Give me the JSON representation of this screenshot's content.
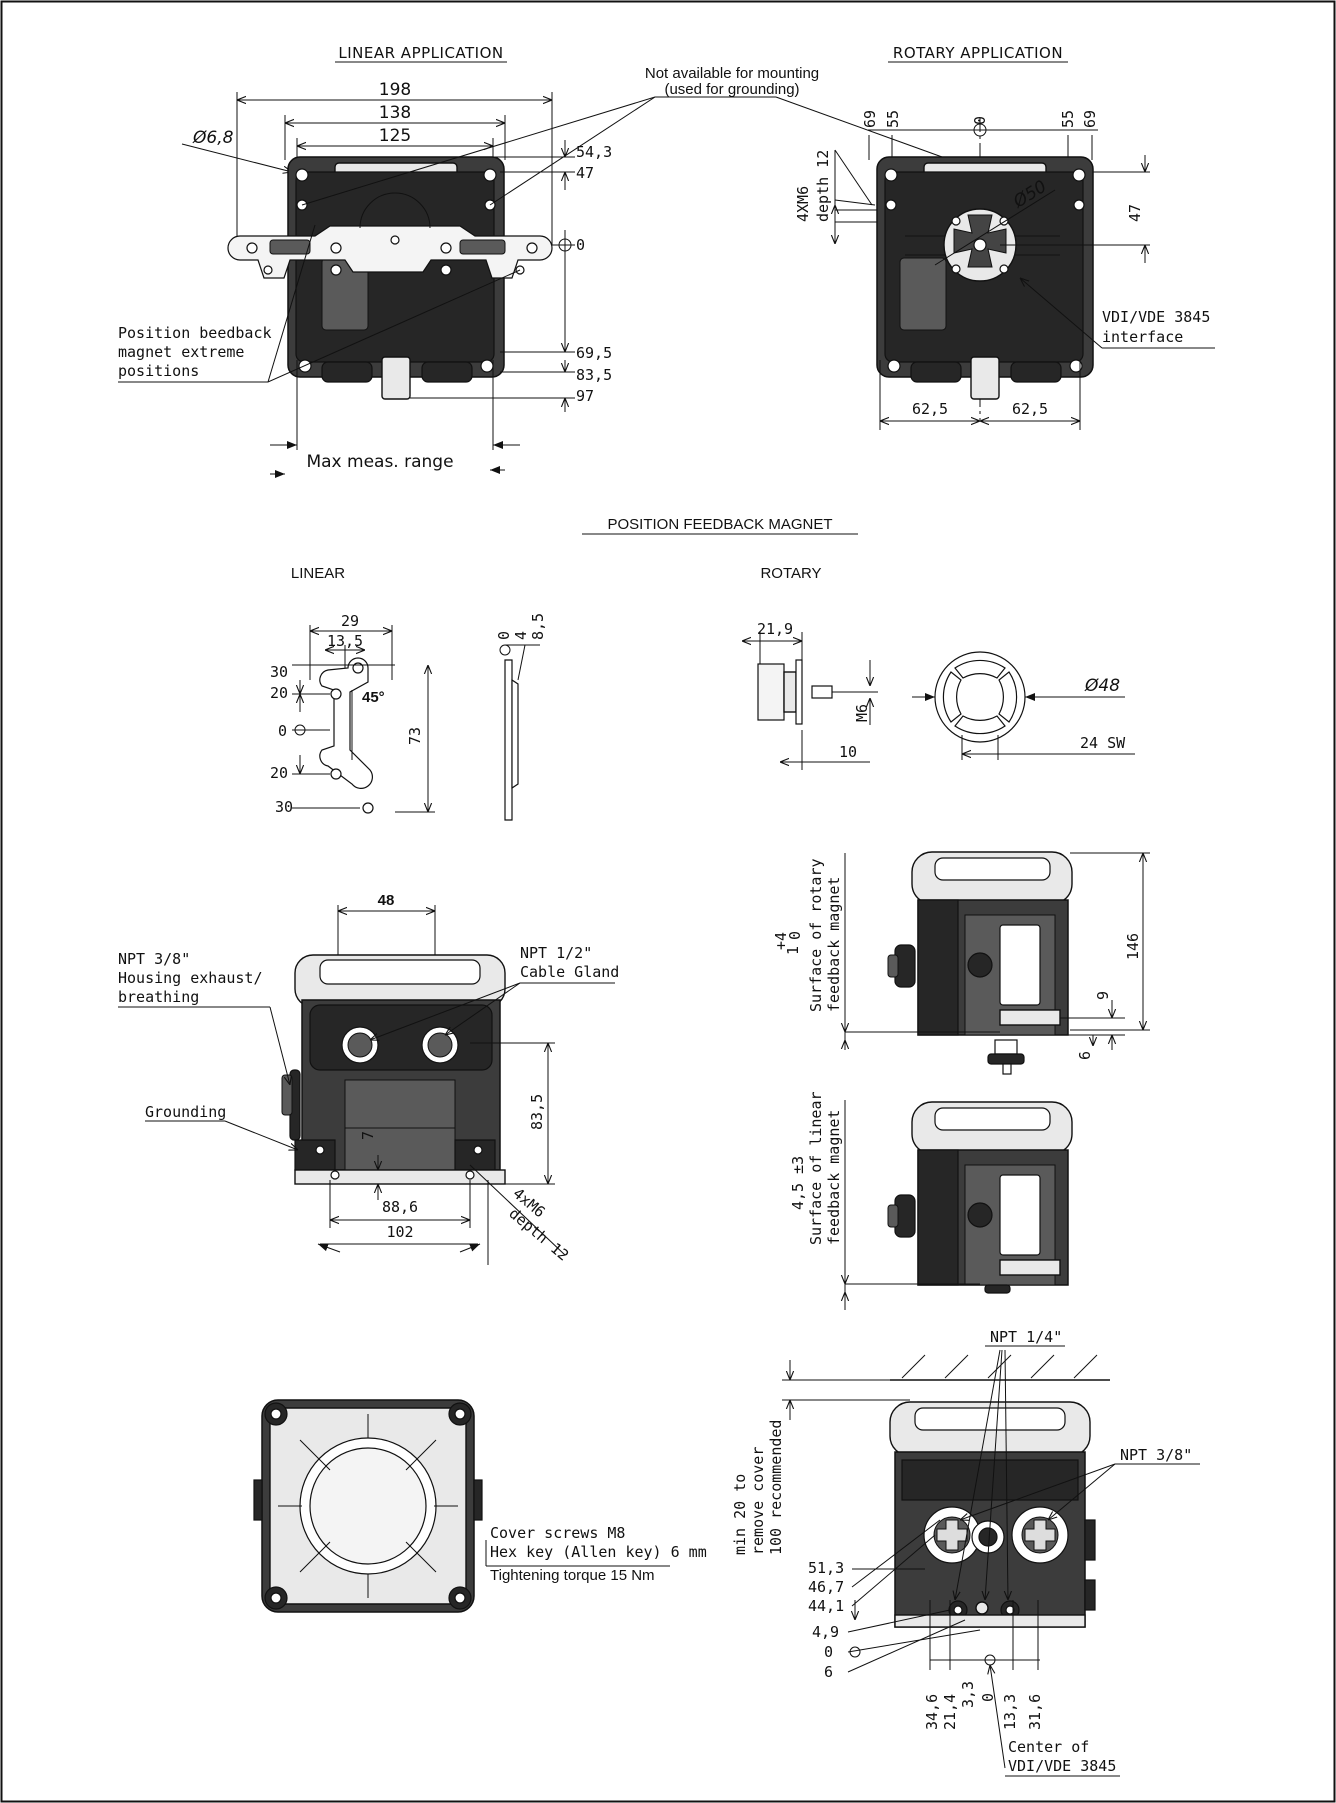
{
  "linear_application": {
    "title": "LINEAR APPLICATION",
    "dims": [
      "198",
      "138",
      "125",
      "54,3",
      "47",
      "0",
      "69,5",
      "83,5",
      "97"
    ],
    "hole_diameter": "Ø6,8",
    "magnet_note": [
      "Position beedback",
      "magnet extreme",
      "positions"
    ],
    "range_label": "Max meas. range"
  },
  "grounding_note": [
    "Not available for mounting",
    "(used for grounding)"
  ],
  "rotary_application": {
    "title": "ROTARY APPLICATION",
    "dims_top": [
      "69",
      "55",
      "0",
      "55",
      "69"
    ],
    "thread_note": [
      "4XM6",
      "depth 12"
    ],
    "circle_diameter": "Ø50",
    "height_dim": "47",
    "interface_note": [
      "VDI/VDE 3845",
      "interface"
    ],
    "bottom_dims": [
      "62,5",
      "62,5"
    ]
  },
  "feedback_magnet": {
    "title": "POSITION FEEDBACK MAGNET",
    "linear": {
      "label": "LINEAR",
      "dims_top": [
        "29",
        "13,5"
      ],
      "dims_left": [
        "30",
        "20",
        "0",
        "20",
        "30"
      ],
      "angle": "45°",
      "length": "73",
      "side_dims": [
        "0",
        "4",
        "8,5"
      ]
    },
    "rotary": {
      "label": "ROTARY",
      "width": "21,9",
      "thread": "M6",
      "stub": "10",
      "diameter": "Ø48",
      "wrench": "24 SW"
    }
  },
  "front_view": {
    "top_dim": "48",
    "exhaust_note": [
      "NPT 3/8\"",
      "Housing exhaust/",
      "breathing"
    ],
    "gland_note": [
      "NPT 1/2\"",
      "Cable Gland"
    ],
    "grounding": "Grounding",
    "height": "83,5",
    "inner": "7",
    "width_inner": "88,6",
    "width_outer": "102",
    "thread_note": [
      "4xM6",
      "depth 12"
    ]
  },
  "side_rotary": {
    "tolerance": "1 +4/0",
    "tol_main": "1",
    "tol_up": "+4",
    "tol_low": "0",
    "note": [
      "Surface of rotary",
      "feedback magnet"
    ],
    "height": "146",
    "dim_a": "9",
    "dim_b": "6"
  },
  "side_linear": {
    "tolerance": "4,5 ±3",
    "note": [
      "Surface  of linear",
      "feedback magnet"
    ]
  },
  "top_view": {
    "note": [
      "Cover screws M8",
      "Hex key (Allen key) 6 mm",
      "Tightening torque 15 Nm"
    ]
  },
  "bottom_view": {
    "npt_quarter": "NPT 1/4\"",
    "npt_38": "NPT 3/8\"",
    "clearance_note": [
      "min 20 to",
      "remove cover",
      "100 recommended"
    ],
    "dims_left": [
      "51,3",
      "46,7",
      "44,1",
      "4,9",
      "0",
      "6"
    ],
    "dims_bottom": [
      "34,6",
      "21,4",
      "3,3",
      "0",
      "13,3",
      "31,6"
    ],
    "center_note": [
      "Center of",
      "VDI/VDE 3845"
    ]
  }
}
